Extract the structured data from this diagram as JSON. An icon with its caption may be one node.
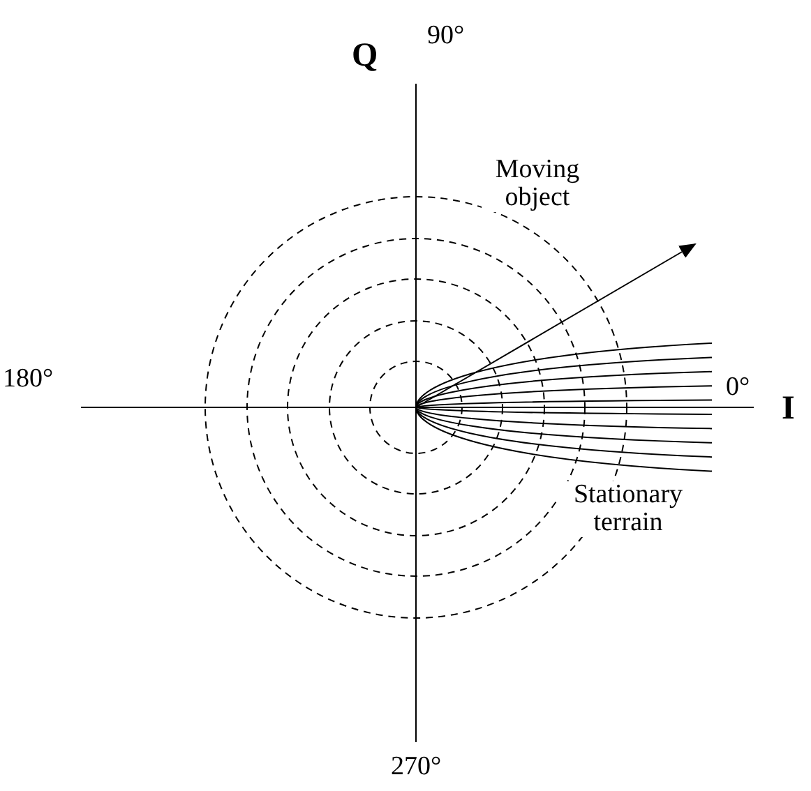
{
  "diagram": {
    "labels": [
      "Q",
      "90°",
      "Moving object",
      "180°",
      "0°",
      "I",
      "Stationary terrain",
      "270°"
    ]
  }
}
